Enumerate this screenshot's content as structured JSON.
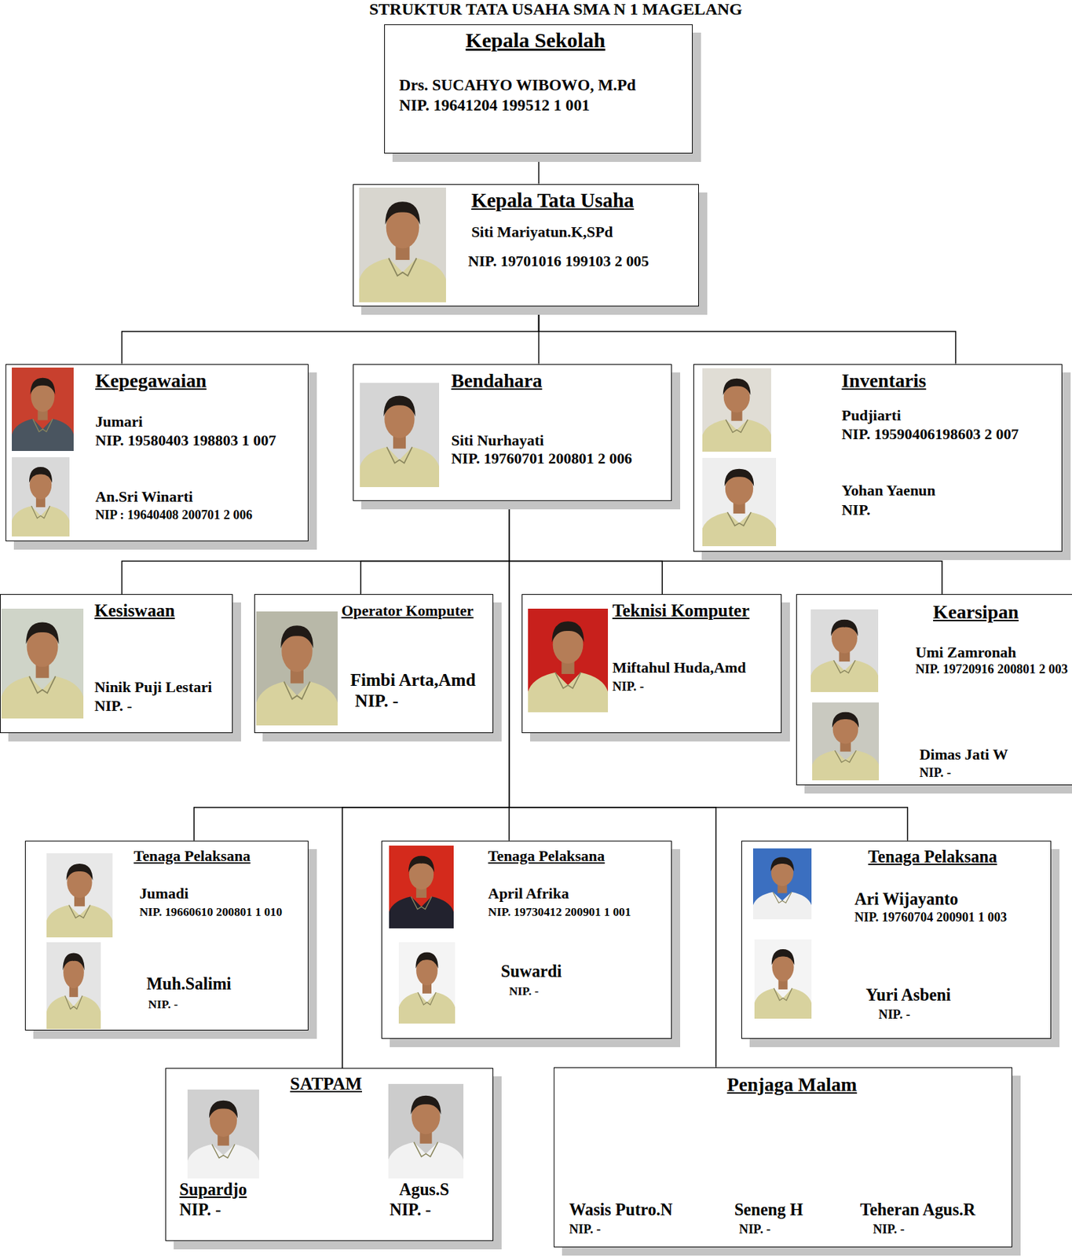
{
  "diagram": {
    "title": "STRUKTUR TATA USAHA SMA N 1 MAGELANG",
    "nodes": [
      {
        "text": [
          "Kepala Sekolah",
          "Drs. SUCAHYO WIBOWO, M.Pd",
          "NIP. 19641204 199512 1 001"
        ]
      },
      {
        "text": [
          "Kepala Tata Usaha",
          "Siti Mariyatun.K,SPd",
          "NIP. 19701016 199103 2 005"
        ]
      },
      {
        "text": [
          "Kepegawaian",
          "Jumari",
          "NIP. 19580403 198803 1 007",
          "An.Sri Winarti",
          "NIP : 19640408 200701 2 006"
        ]
      },
      {
        "text": [
          "Bendahara",
          "Siti Nurhayati",
          "NIP. 19760701 200801 2 006"
        ]
      },
      {
        "text": [
          "Inventaris",
          "Pudjiarti",
          "NIP. 19590406198603 2 007",
          "Yohan Yaenun",
          "NIP."
        ]
      },
      {
        "text": [
          "Kesiswaan",
          "Ninik Puji Lestari",
          "NIP. -"
        ]
      },
      {
        "text": [
          "Operator Komputer",
          "Fimbi Arta,Amd",
          "NIP. -"
        ]
      },
      {
        "text": [
          "Teknisi Komputer",
          "Miftahul Huda,Amd",
          "NIP. -"
        ]
      },
      {
        "text": [
          "Kearsipan",
          "Umi Zamronah",
          "NIP. 19720916 200801 2 003",
          "Dimas Jati W",
          "NIP. -"
        ]
      },
      {
        "text": [
          "Tenaga Pelaksana",
          "Jumadi",
          "NIP. 19660610 200801 1 010",
          "Muh.Salimi",
          "NIP. -"
        ]
      },
      {
        "text": [
          "Tenaga Pelaksana",
          "April Afrika",
          "NIP. 19730412 200901 1 001",
          "Suwardi",
          "NIP. -"
        ]
      },
      {
        "text": [
          "Tenaga Pelaksana",
          "Ari Wijayanto",
          "NIP. 19760704 200901 1 003",
          "Yuri Asbeni",
          "NIP. -"
        ]
      },
      {
        "text": [
          "SATPAM",
          "Supardjo",
          "NIP. -",
          "Agus.S",
          "NIP. -"
        ]
      },
      {
        "text": [
          "Penjaga Malam",
          "Wasis Putro.N",
          "NIP. -",
          "Seneng H",
          "NIP. -",
          "Teheran Agus.R",
          "NIP. -"
        ]
      }
    ],
    "edges": [
      {
        "from": 0,
        "to": 1,
        "arrow": "none"
      },
      {
        "from": 1,
        "to": 2,
        "arrow": "none"
      },
      {
        "from": 1,
        "to": 3,
        "arrow": "none"
      },
      {
        "from": 1,
        "to": 4,
        "arrow": "none"
      },
      {
        "from": 3,
        "to": 5,
        "arrow": "none"
      },
      {
        "from": 3,
        "to": 6,
        "arrow": "none"
      },
      {
        "from": 3,
        "to": 7,
        "arrow": "none"
      },
      {
        "from": 3,
        "to": 8,
        "arrow": "none"
      },
      {
        "from": 3,
        "to": 9,
        "arrow": "none"
      },
      {
        "from": 3,
        "to": 12,
        "arrow": "none"
      },
      {
        "from": 3,
        "to": 10,
        "arrow": "none"
      },
      {
        "from": 3,
        "to": 13,
        "arrow": "none"
      },
      {
        "from": 3,
        "to": 11,
        "arrow": "none"
      }
    ]
  }
}
